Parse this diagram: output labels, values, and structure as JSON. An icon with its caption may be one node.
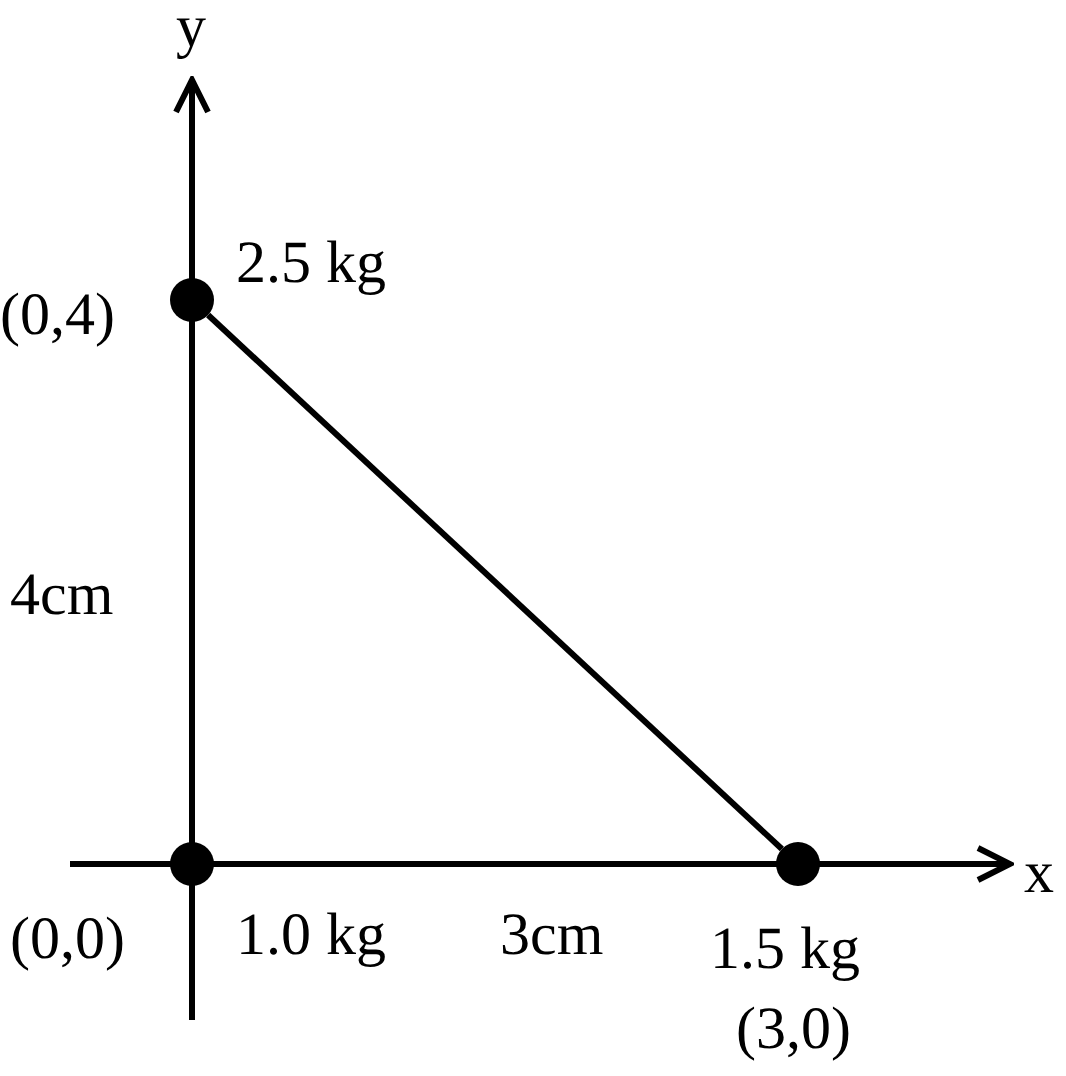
{
  "diagram": {
    "nodes": [
      {
        "text": [],
        "shape": "circle",
        "beside": [
          "2.5 kg",
          "(0,4)"
        ]
      },
      {
        "text": [],
        "shape": "circle",
        "beside": [
          "(0,0)",
          "1.0 kg"
        ]
      },
      {
        "text": [],
        "shape": "circle",
        "beside": [
          "1.5 kg",
          "(3,0)"
        ]
      }
    ],
    "edges": [
      {
        "from": 0,
        "to": 2,
        "arrow": "none"
      }
    ],
    "labels": [
      "y",
      "4cm",
      "3cm",
      "x"
    ]
  }
}
